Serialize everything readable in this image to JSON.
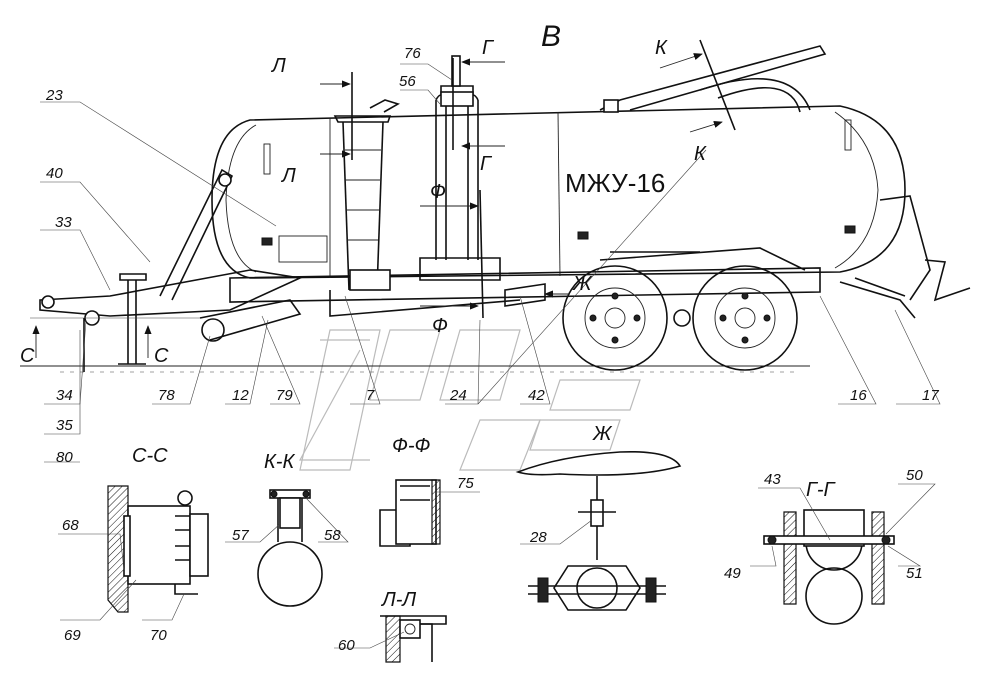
{
  "view_letter": "В",
  "model_title": "МЖУ-16",
  "section_markers": {
    "l": "Л",
    "g": "Г",
    "k": "К",
    "f": "Ф",
    "zh": "Ж",
    "s": "С"
  },
  "section_titles": {
    "ss": "С-С",
    "kk": "К-К",
    "ff": "Ф-Ф",
    "zh": "Ж",
    "gg": "Г-Г",
    "ll": "Л-Л"
  },
  "callouts": {
    "c23": "23",
    "c40": "40",
    "c33": "33",
    "c76": "76",
    "c56": "56",
    "c34": "34",
    "c35": "35",
    "c80": "80",
    "c78": "78",
    "c12": "12",
    "c79": "79",
    "c7": "7",
    "c24": "24",
    "c42": "42",
    "c16": "16",
    "c17": "17",
    "c68": "68",
    "c69": "69",
    "c70": "70",
    "c57": "57",
    "c58": "58",
    "c75": "75",
    "c28": "28",
    "c43": "43",
    "c50": "50",
    "c49": "49",
    "c51": "51",
    "c60": "60"
  }
}
